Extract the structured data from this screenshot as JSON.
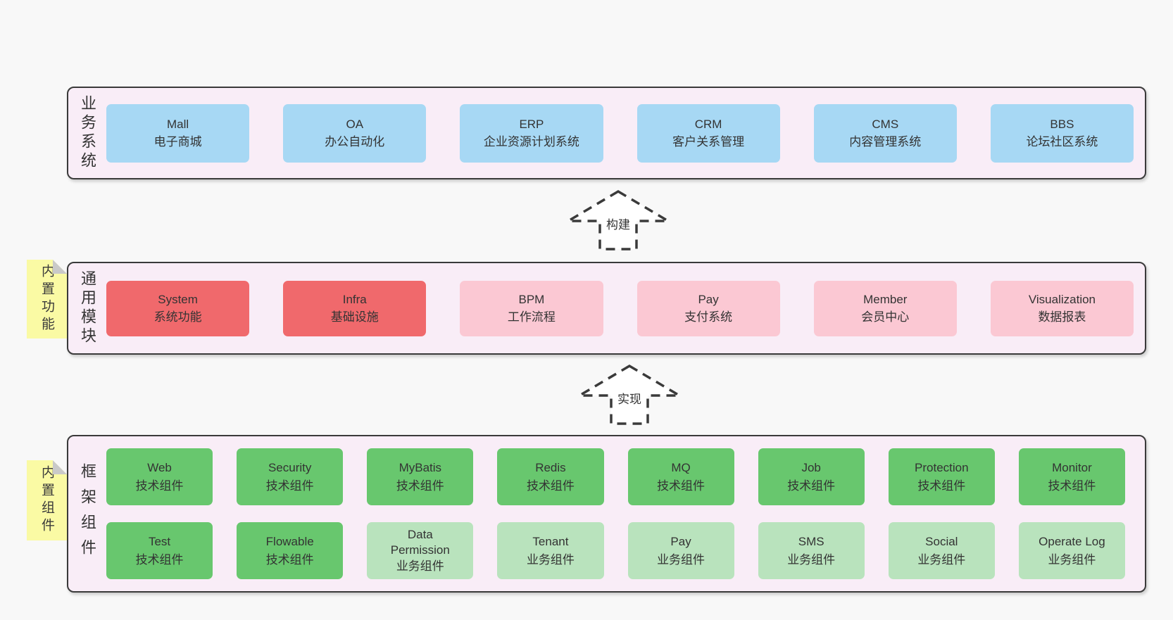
{
  "palette": {
    "background": "#f8f8f8",
    "panel_fill": "#f9edf7",
    "panel_border": "#3a3a3a",
    "business_box": "#a7d8f4",
    "core_module_box": "#f0696c",
    "optional_module_box": "#fbc8d3",
    "tech_component_box": "#68c76e",
    "biz_component_box": "#b9e3bd",
    "sticky_tag": "#fafaa4",
    "tag_fold": "#c9c9c9",
    "text": "#333333"
  },
  "arrows": [
    {
      "label": "构建"
    },
    {
      "label": "实现"
    }
  ],
  "tags": [
    {
      "label": "内置功能"
    },
    {
      "label": "内置组件"
    }
  ],
  "sections": {
    "business": {
      "label": "业务系统",
      "boxes": [
        {
          "title": "Mall",
          "subtitle": "电子商城"
        },
        {
          "title": "OA",
          "subtitle": "办公自动化"
        },
        {
          "title": "ERP",
          "subtitle": "企业资源计划系统"
        },
        {
          "title": "CRM",
          "subtitle": "客户关系管理"
        },
        {
          "title": "CMS",
          "subtitle": "内容管理系统"
        },
        {
          "title": "BBS",
          "subtitle": "论坛社区系统"
        }
      ]
    },
    "modules": {
      "label": "通用模块",
      "boxes": [
        {
          "title": "System",
          "subtitle": "系统功能"
        },
        {
          "title": "Infra",
          "subtitle": "基础设施"
        },
        {
          "title": "BPM",
          "subtitle": "工作流程"
        },
        {
          "title": "Pay",
          "subtitle": "支付系统"
        },
        {
          "title": "Member",
          "subtitle": "会员中心"
        },
        {
          "title": "Visualization",
          "subtitle": "数据报表"
        }
      ]
    },
    "components": {
      "label": "框架组件",
      "row1": [
        {
          "title": "Web",
          "subtitle": "技术组件"
        },
        {
          "title": "Security",
          "subtitle": "技术组件"
        },
        {
          "title": "MyBatis",
          "subtitle": "技术组件"
        },
        {
          "title": "Redis",
          "subtitle": "技术组件"
        },
        {
          "title": "MQ",
          "subtitle": "技术组件"
        },
        {
          "title": "Job",
          "subtitle": "技术组件"
        },
        {
          "title": "Protection",
          "subtitle": "技术组件"
        },
        {
          "title": "Monitor",
          "subtitle": "技术组件"
        }
      ],
      "row2": [
        {
          "title": "Test",
          "subtitle": "技术组件"
        },
        {
          "title": "Flowable",
          "subtitle": "技术组件"
        },
        {
          "title": "Data Permission",
          "subtitle": "业务组件"
        },
        {
          "title": "Tenant",
          "subtitle": "业务组件"
        },
        {
          "title": "Pay",
          "subtitle": "业务组件"
        },
        {
          "title": "SMS",
          "subtitle": "业务组件"
        },
        {
          "title": "Social",
          "subtitle": "业务组件"
        },
        {
          "title": "Operate Log",
          "subtitle": "业务组件"
        }
      ]
    }
  }
}
